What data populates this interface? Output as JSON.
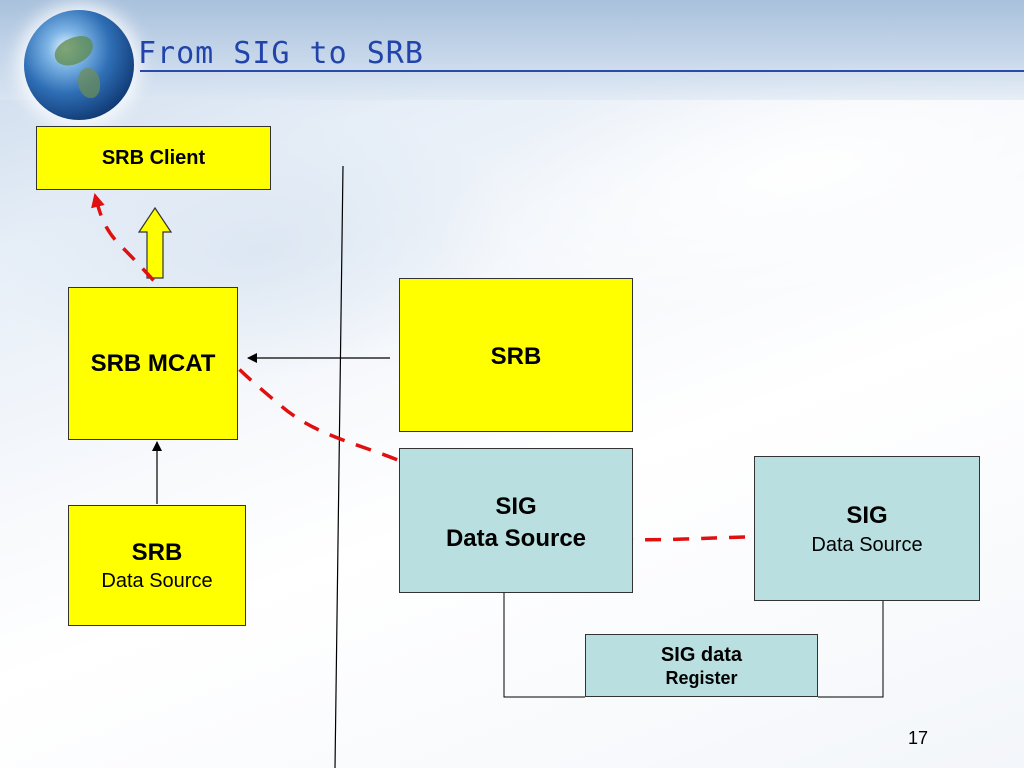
{
  "slide": {
    "title": "From SIG to SRB",
    "page_number": "17"
  },
  "boxes": {
    "srb_client": "SRB Client",
    "srb_mcat": "SRB MCAT",
    "srb_data_source": {
      "line1": "SRB",
      "line2": "Data Source"
    },
    "srb": "SRB",
    "sig_data_source_left": {
      "line1": "SIG",
      "line2": "Data Source"
    },
    "sig_data_source_right": {
      "line1": "SIG",
      "line2": "Data Source"
    },
    "sig_data_register": {
      "line1": "SIG data",
      "line2": "Register"
    }
  },
  "colors": {
    "srb_components": "#ffff00",
    "sig_components": "#b9dfe0",
    "data_flow_path": "#e01010",
    "title_text": "#2244aa"
  }
}
